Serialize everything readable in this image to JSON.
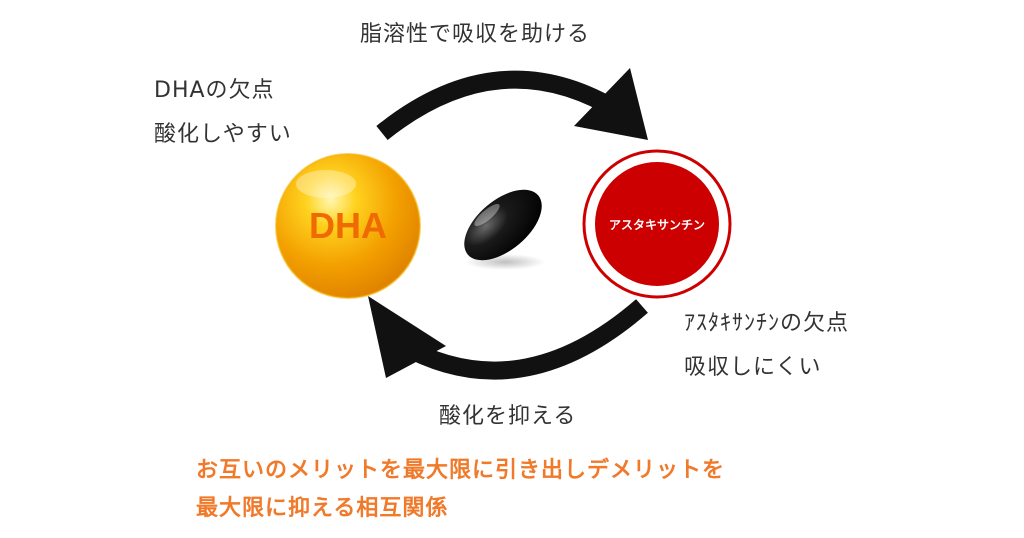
{
  "labels": {
    "top": "脂溶性で吸収を助ける",
    "bottom": "酸化を抑える",
    "dha_weakness_title": "DHAの欠点",
    "dha_weakness_desc": "酸化しやすい",
    "ast_weakness_title": "ｱｽﾀｷｻﾝﾁﾝの欠点",
    "ast_weakness_desc": "吸収しにくい"
  },
  "nodes": {
    "dha": "DHA",
    "astaxanthin": "アスタキサンチン"
  },
  "summary": {
    "line1": "お互いのメリットを最大限に引き出しデメリットを",
    "line2": "最大限に抑える相互関係"
  },
  "colors": {
    "dha_sphere": "#f7b500",
    "astaxanthin_red": "#cc0000",
    "summary_text": "#f07a2a",
    "arrows": "#111111"
  }
}
